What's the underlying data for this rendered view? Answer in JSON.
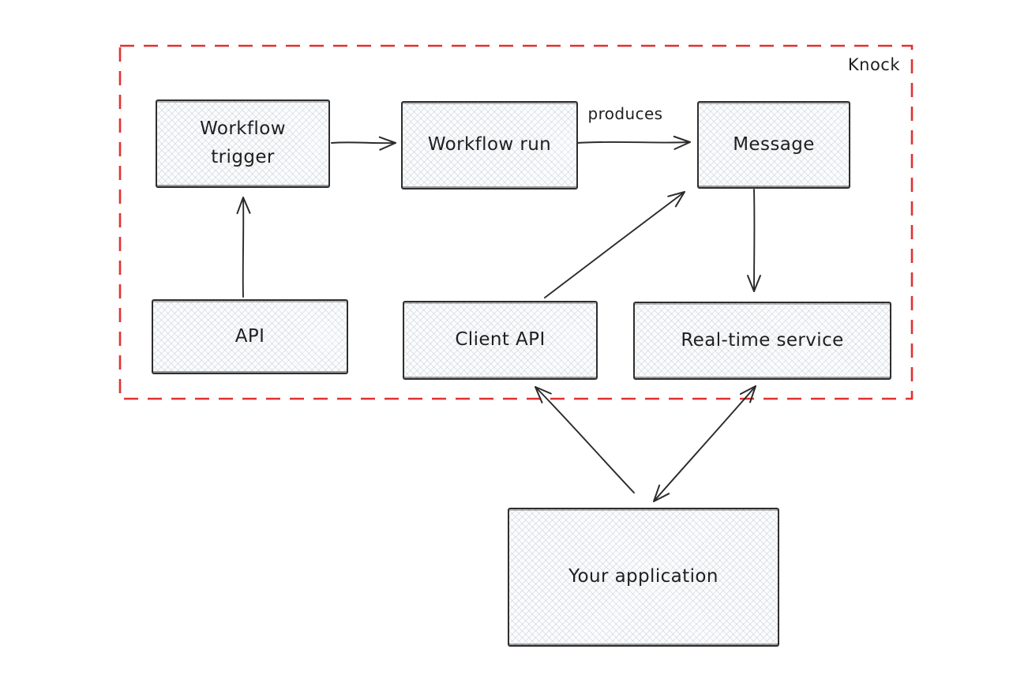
{
  "frame": {
    "label": "Knock",
    "border_color": "#e03131",
    "border_style": "dashed"
  },
  "nodes": {
    "workflow_trigger": {
      "label": "Workflow\ntrigger"
    },
    "workflow_run": {
      "label": "Workflow run"
    },
    "message": {
      "label": "Message"
    },
    "api": {
      "label": "API"
    },
    "client_api": {
      "label": "Client API"
    },
    "real_time_service": {
      "label": "Real-time service"
    },
    "your_application": {
      "label": "Your application"
    }
  },
  "edges": [
    {
      "from": "workflow_trigger",
      "to": "workflow_run",
      "label": "",
      "direction": "one-way"
    },
    {
      "from": "workflow_run",
      "to": "message",
      "label": "produces",
      "direction": "one-way"
    },
    {
      "from": "api",
      "to": "workflow_trigger",
      "label": "",
      "direction": "one-way"
    },
    {
      "from": "client_api",
      "to": "message",
      "label": "",
      "direction": "one-way"
    },
    {
      "from": "message",
      "to": "real_time_service",
      "label": "",
      "direction": "one-way"
    },
    {
      "from": "your_application",
      "to": "client_api",
      "label": "",
      "direction": "one-way"
    },
    {
      "from": "real_time_service",
      "to": "your_application",
      "label": "",
      "direction": "two-way"
    }
  ],
  "colors": {
    "background": "#ffffff",
    "stroke": "#2b2b2b",
    "node_fill": "#fbfcfd",
    "hatch": "#adb5bd",
    "frame_red": "#e03131",
    "text": "#1f1f1f"
  }
}
